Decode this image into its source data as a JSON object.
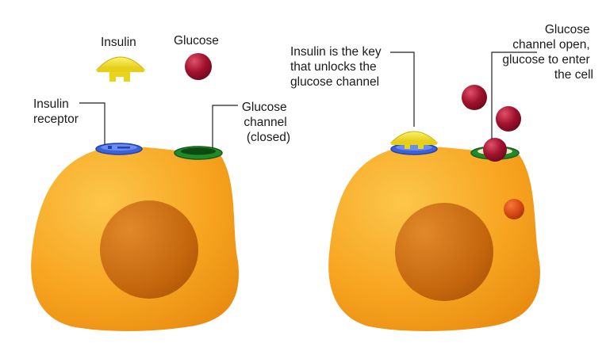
{
  "labels": {
    "insulin": "Insulin",
    "glucose": "Glucose",
    "insulin_receptor": [
      "Insulin",
      "receptor"
    ],
    "glucose_channel_closed": [
      "Glucose",
      "channel",
      "(closed)"
    ],
    "insulin_key": [
      "Insulin is the key",
      "that unlocks the",
      "glucose channel"
    ],
    "glucose_channel_open": [
      "Glucose",
      "channel open,",
      "glucose to enter",
      "the cell"
    ]
  },
  "colors": {
    "cell": "#f7a420",
    "nucleus": "#c86a0d",
    "insulin": "#f2e21a",
    "glucose": "#a3122e",
    "receptor": "#3b62d8",
    "channel": "#1f8a2a"
  }
}
